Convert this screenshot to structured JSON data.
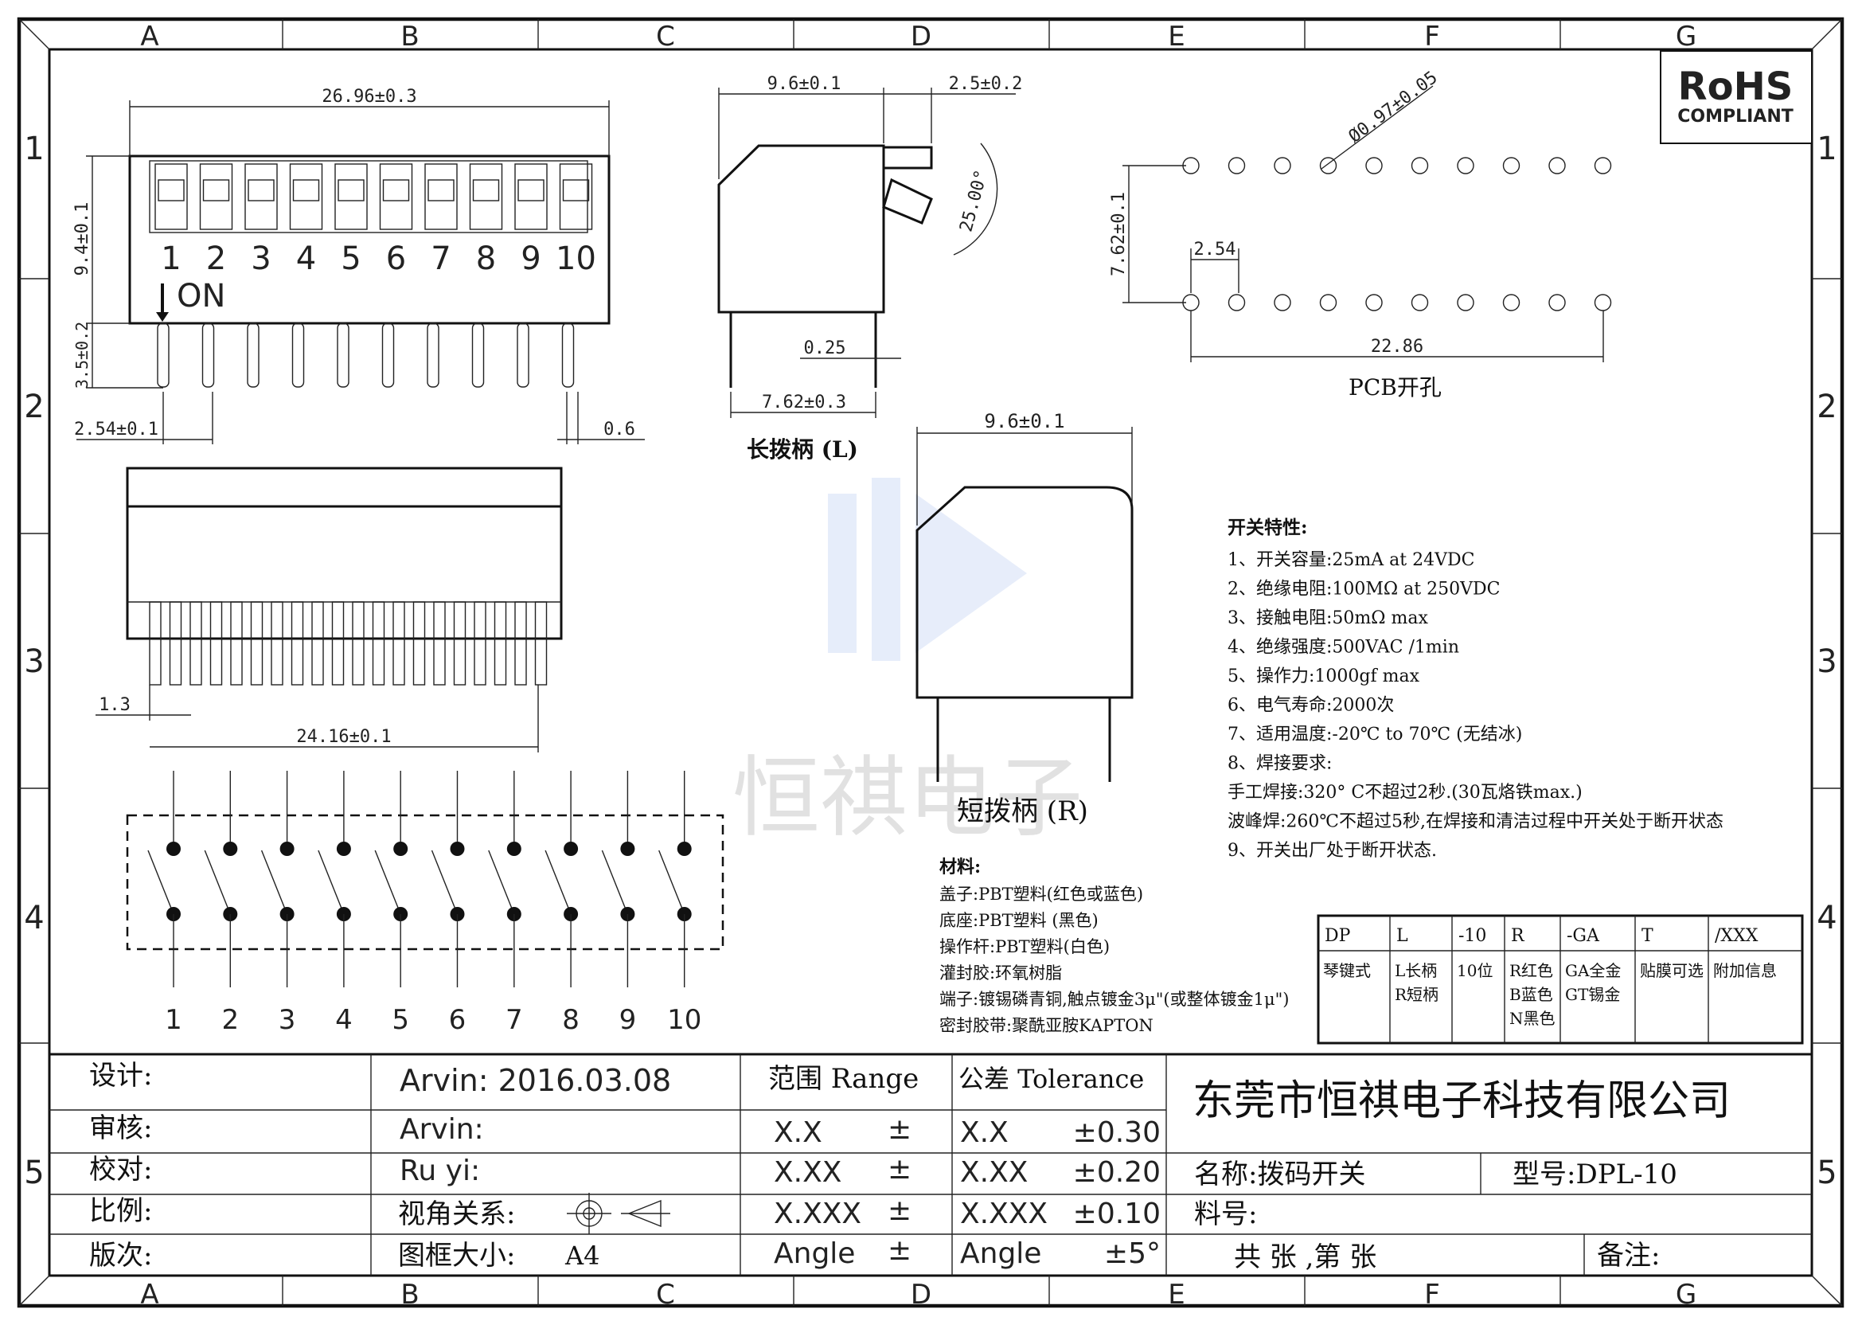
{
  "frame": {
    "columns": [
      "A",
      "B",
      "C",
      "D",
      "E",
      "F",
      "G"
    ],
    "rows": [
      "1",
      "2",
      "3",
      "4",
      "5"
    ]
  },
  "rohs": {
    "title": "RoHS",
    "subtitle": "COMPLIANT",
    "color": "#1e6b2e"
  },
  "top_view": {
    "width_dim": "26.96±0.3",
    "height_dim": "9.4±0.1",
    "pin_len_dim": "3.5±0.2",
    "pitch_dim": "2.54±0.1",
    "pin_w_dim": "0.6",
    "numbers": [
      "1",
      "2",
      "3",
      "4",
      "5",
      "6",
      "7",
      "8",
      "9",
      "10"
    ],
    "on_label": "ON"
  },
  "side_long": {
    "width_dim": "9.6±0.1",
    "lever_dim": "2.5±0.2",
    "angle_dim": "25.00°",
    "pin_t_dim": "0.25",
    "row_dim": "7.62±0.3",
    "caption": "长拨柄 (L)"
  },
  "side_short": {
    "width_dim": "9.6±0.1",
    "caption": "短拨柄 (R)"
  },
  "pcb": {
    "hole_dim": "Ø0.97±0.05",
    "row_dim": "7.62±0.1",
    "pitch_dim": "2.54",
    "total_dim": "22.86",
    "caption": "PCB开孔"
  },
  "front_view": {
    "offset_dim": "1.3",
    "width_dim": "24.16±0.1"
  },
  "schematic": {
    "numbers": [
      "1",
      "2",
      "3",
      "4",
      "5",
      "6",
      "7",
      "8",
      "9",
      "10"
    ]
  },
  "specs": {
    "title": "开关特性:",
    "items": [
      "1、开关容量:25mA at 24VDC",
      "2、绝缘电阻:100MΩ  at 250VDC",
      "3、接触电阻:50mΩ  max",
      "4、绝缘强度:500VAC /1min",
      "5、操作力:1000gf max",
      "6、电气寿命:2000次",
      "7、适用温度:-20℃  to 70℃ (无结冰)",
      "8、焊接要求:",
      "    手工焊接:320° C不超过2秒.(30瓦烙铁max.)",
      "    波峰焊:260℃不超过5秒,在焊接和清洁过程中开关处于断开状态",
      "9、开关出厂处于断开状态."
    ]
  },
  "materials": {
    "title": "材料:",
    "items": [
      "盖子:PBT塑料(红色或蓝色)",
      "底座:PBT塑料 (黑色)",
      "操作杆:PBT塑料(白色)",
      "灌封胶:环氧树脂",
      "端子:镀锡磷青铜,触点镀金3μ\"(或整体镀金1μ\")",
      "密封胶带:聚酰亚胺KAPTON"
    ]
  },
  "code_table": {
    "headers": [
      "DP",
      "L",
      "-10",
      "R",
      "-GA",
      "T",
      "/XXX"
    ],
    "values": [
      "琴键式",
      "L长柄\nR短柄",
      "10位",
      "R红色\nB蓝色\nN黑色",
      "GA全金\nGT锡金",
      "贴膜可选",
      "附加信息"
    ]
  },
  "title_block": {
    "labels": [
      "设计:",
      "审核:",
      "校对:",
      "比例:",
      "版次:"
    ],
    "design": "Arvin:  2016.03.08",
    "review": "Arvin:",
    "check": "Ru  yi:",
    "view_label": "视角关系:",
    "frame_label": "图框大小:",
    "frame_size": "A4",
    "range_header": "范围 Range",
    "tolerance_header": "公差 Tolerance",
    "range_rows": [
      [
        "X.X",
        "±"
      ],
      [
        "X.XX",
        "±"
      ],
      [
        "X.XXX",
        "±"
      ],
      [
        "Angle",
        "±"
      ]
    ],
    "tol_rows": [
      [
        "X.X",
        "±0.30"
      ],
      [
        "X.XX",
        "±0.20"
      ],
      [
        "X.XXX",
        "±0.10"
      ],
      [
        "Angle",
        "±5°"
      ]
    ],
    "company": "东莞市恒祺电子科技有限公司",
    "name_label": "名称:拨码开关",
    "model_label": "型号:DPL-10",
    "material_label": "料号:",
    "sheet_label": "共    张 ,第    张",
    "remark_label": "备注:"
  },
  "watermark": "恒祺电子"
}
